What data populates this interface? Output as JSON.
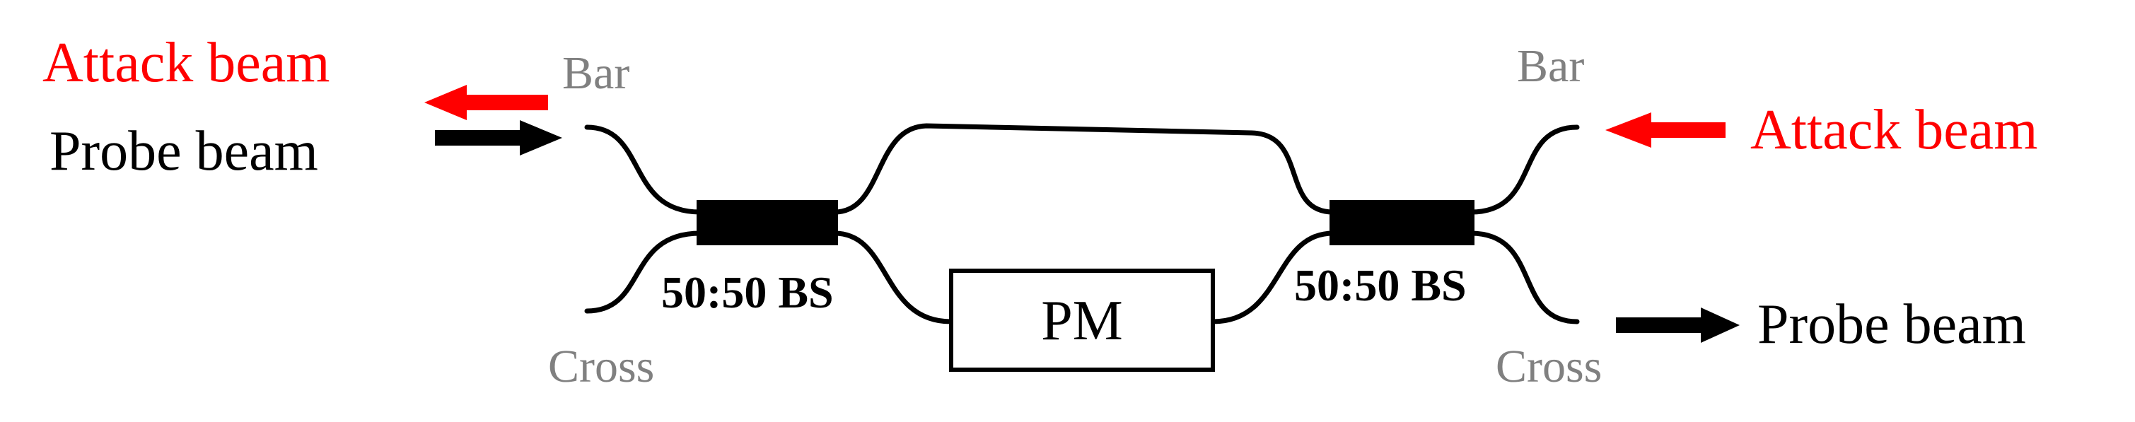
{
  "left": {
    "attack_label": "Attack beam",
    "probe_label": "Probe beam",
    "bar_label": "Bar",
    "cross_label": "Cross"
  },
  "right": {
    "attack_label": "Attack beam",
    "probe_label": "Probe beam",
    "bar_label": "Bar",
    "cross_label": "Cross"
  },
  "splitter_left_label": "50:50 BS",
  "splitter_right_label": "50:50 BS",
  "modulator_label": "PM",
  "colors": {
    "attack": "#ff0000",
    "probe": "#000000",
    "port_label": "#808080"
  }
}
